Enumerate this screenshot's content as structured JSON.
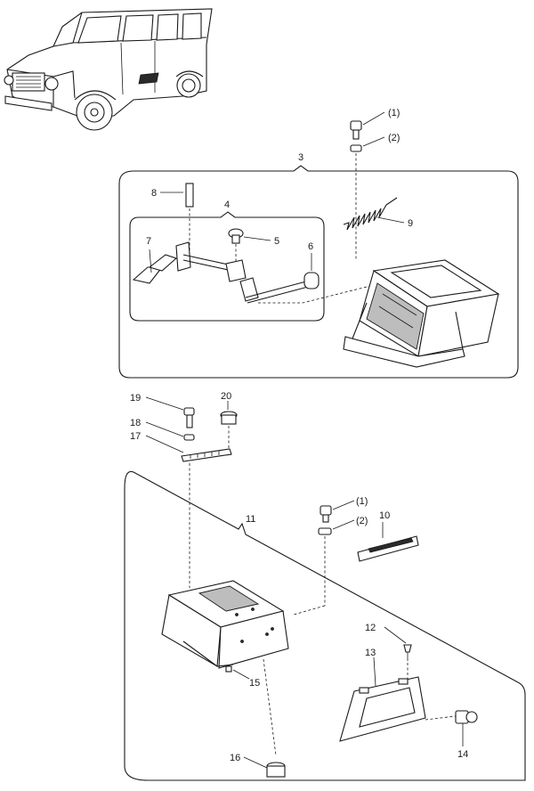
{
  "diagram": {
    "callouts": {
      "c1a": "(1)",
      "c2a": "(2)",
      "c3": "3",
      "c4": "4",
      "c5": "5",
      "c6": "6",
      "c7": "7",
      "c8": "8",
      "c9": "9",
      "c19": "19",
      "c20": "20",
      "c18": "18",
      "c17": "17",
      "c11": "11",
      "c1b": "(1)",
      "c2b": "(2)",
      "c10": "10",
      "c12": "12",
      "c13": "13",
      "c14": "14",
      "c15": "15",
      "c16": "16"
    }
  }
}
